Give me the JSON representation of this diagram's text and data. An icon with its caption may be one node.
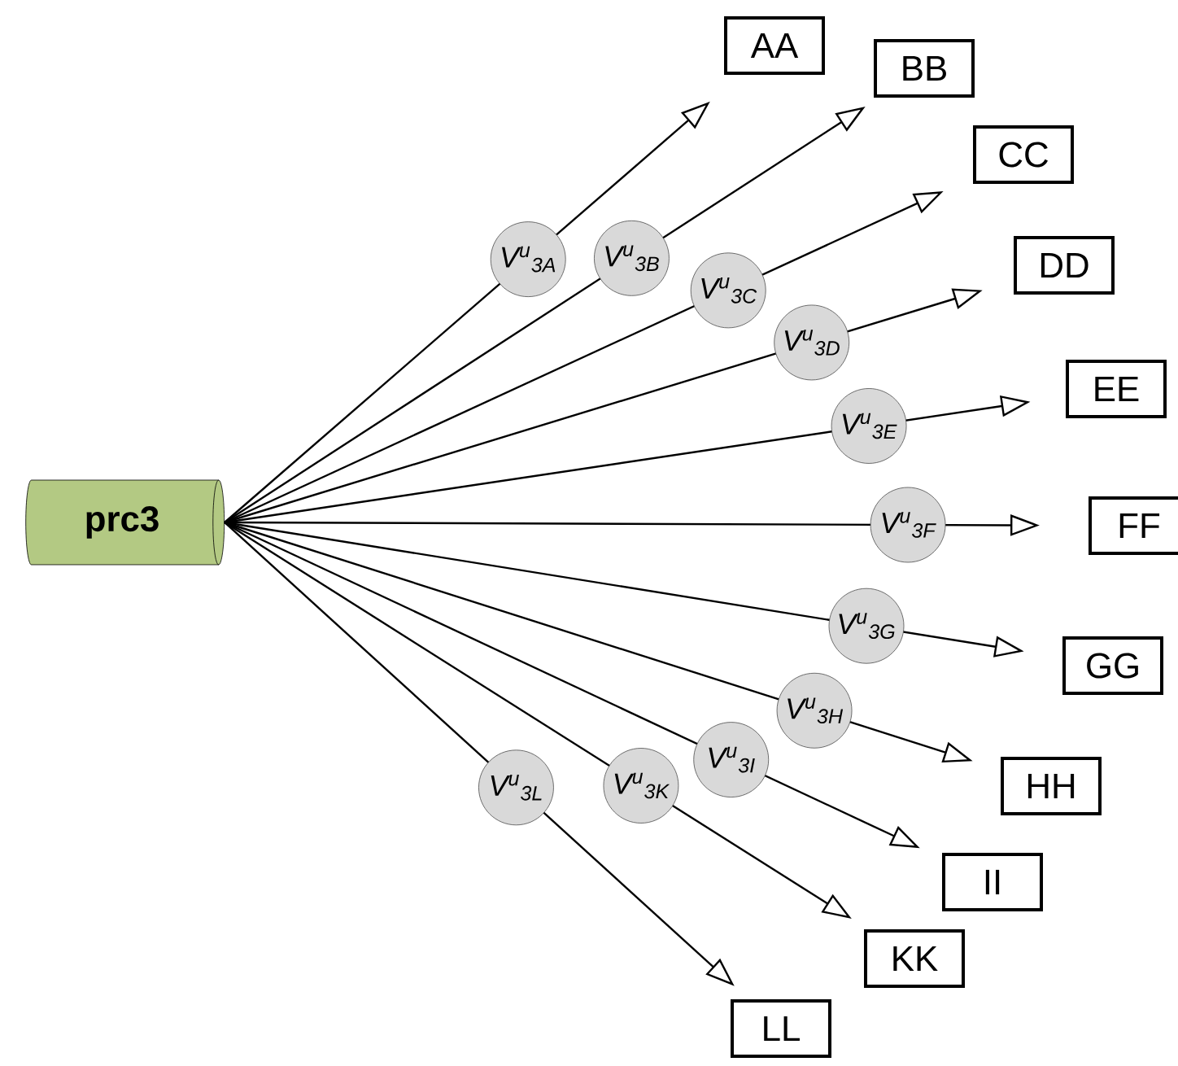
{
  "diagram": {
    "nodes": [
      {
        "text": [
          "prc3"
        ]
      },
      {
        "text": [
          "AA"
        ]
      },
      {
        "text": [
          "BB"
        ]
      },
      {
        "text": [
          "CC"
        ]
      },
      {
        "text": [
          "DD"
        ]
      },
      {
        "text": [
          "EE"
        ]
      },
      {
        "text": [
          "FF"
        ]
      },
      {
        "text": [
          "GG"
        ]
      },
      {
        "text": [
          "HH"
        ]
      },
      {
        "text": [
          "II"
        ]
      },
      {
        "text": [
          "KK"
        ]
      },
      {
        "text": [
          "LL"
        ]
      }
    ],
    "edges": [
      {
        "from": 0,
        "to": 1,
        "arrow": "to",
        "label": "V$^{u}$$_{3A}$"
      },
      {
        "from": 0,
        "to": 2,
        "arrow": "to",
        "label": "V$^{u}$$_{3B}$"
      },
      {
        "from": 0,
        "to": 3,
        "arrow": "to",
        "label": "V$^{u}$$_{3C}$"
      },
      {
        "from": 0,
        "to": 4,
        "arrow": "to",
        "label": "V$^{u}$$_{3D}$"
      },
      {
        "from": 0,
        "to": 5,
        "arrow": "to",
        "label": "V$^{u}$$_{3E}$"
      },
      {
        "from": 0,
        "to": 6,
        "arrow": "to",
        "label": "V$^{u}$$_{3F}$"
      },
      {
        "from": 0,
        "to": 7,
        "arrow": "to",
        "label": "V$^{u}$$_{3G}$"
      },
      {
        "from": 0,
        "to": 8,
        "arrow": "to",
        "label": "V$^{u}$$_{3H}$"
      },
      {
        "from": 0,
        "to": 9,
        "arrow": "to",
        "label": "V$^{u}$$_{3I}$"
      },
      {
        "from": 0,
        "to": 10,
        "arrow": "to",
        "label": "V$^{u}$$_{3K}$"
      },
      {
        "from": 0,
        "to": 11,
        "arrow": "to",
        "label": "V$^{u}$$_{3L}$"
      }
    ]
  }
}
